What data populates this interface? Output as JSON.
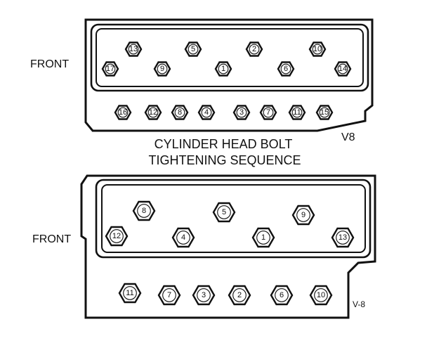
{
  "top_diagram": {
    "front_label": "FRONT",
    "engine_label": "V8",
    "bolts": [
      {
        "n": "13"
      },
      {
        "n": "5"
      },
      {
        "n": "2"
      },
      {
        "n": "10"
      },
      {
        "n": "17"
      },
      {
        "n": "9"
      },
      {
        "n": "1"
      },
      {
        "n": "6"
      },
      {
        "n": "14"
      },
      {
        "n": "16"
      },
      {
        "n": "12"
      },
      {
        "n": "8"
      },
      {
        "n": "4"
      },
      {
        "n": "3"
      },
      {
        "n": "7"
      },
      {
        "n": "11"
      },
      {
        "n": "15"
      }
    ]
  },
  "caption": {
    "line1": "CYLINDER HEAD BOLT",
    "line2": "TIGHTENING SEQUENCE"
  },
  "bottom_diagram": {
    "front_label": "FRONT",
    "engine_label": "V-8",
    "bolts": [
      {
        "n": "8"
      },
      {
        "n": "5"
      },
      {
        "n": "9"
      },
      {
        "n": "12"
      },
      {
        "n": "4"
      },
      {
        "n": "1"
      },
      {
        "n": "13"
      },
      {
        "n": "11"
      },
      {
        "n": "7"
      },
      {
        "n": "3"
      },
      {
        "n": "2"
      },
      {
        "n": "6"
      },
      {
        "n": "10"
      }
    ]
  }
}
